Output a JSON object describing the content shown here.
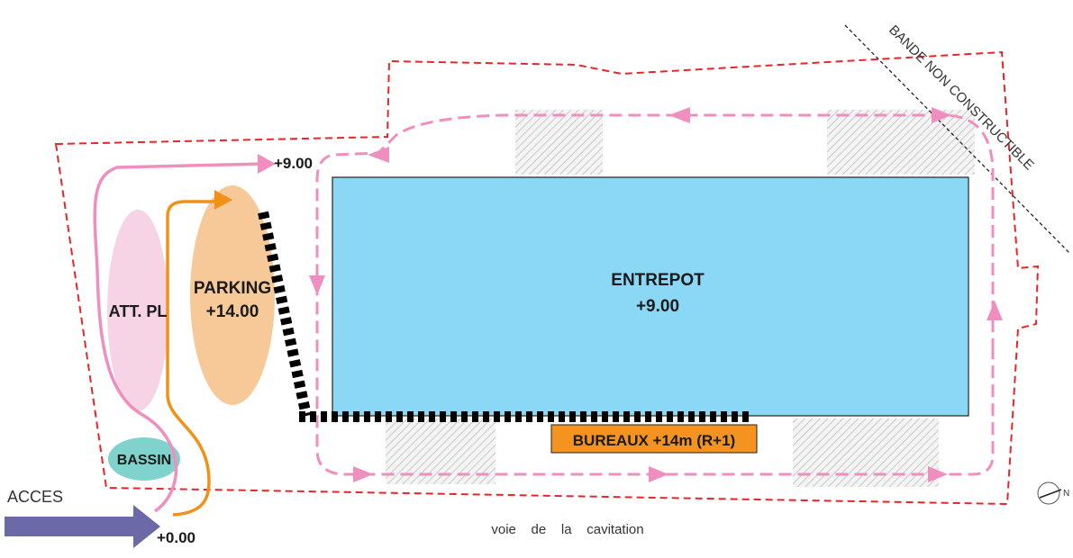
{
  "labels": {
    "warehouse_name": "ENTREPOT",
    "warehouse_level": "+9.00",
    "parking_name": "PARKING",
    "parking_level": "+14.00",
    "truck_waiting": "ATT. PL",
    "basin": "BASSIN",
    "offices": "BUREAUX +14m (R+1)",
    "top_level": "+9.00",
    "ground_level": "+0.00",
    "access": "ACCES",
    "road": "voie    de    la    cavitation",
    "non_buildable": "BANDE NON CONSTRUCTIBLE",
    "north": "N"
  },
  "colors": {
    "site_boundary": "#e8262a",
    "warehouse_fill": "#8ad8f6",
    "parking_fill": "#f7c999",
    "truck_waiting_fill": "#f6d3e5",
    "basin_fill": "#7fd3cc",
    "offices_fill": "#f4931f",
    "truck_circulation": "#f08fbf",
    "car_circulation": "#f29117",
    "access_arrow": "#6c69a8",
    "facade_hatch": "#000000",
    "dock_hatch": "#c8c8c8"
  },
  "icons": {
    "north_arrow": "north-arrow-icon",
    "access_arrow": "arrow-right-icon"
  }
}
